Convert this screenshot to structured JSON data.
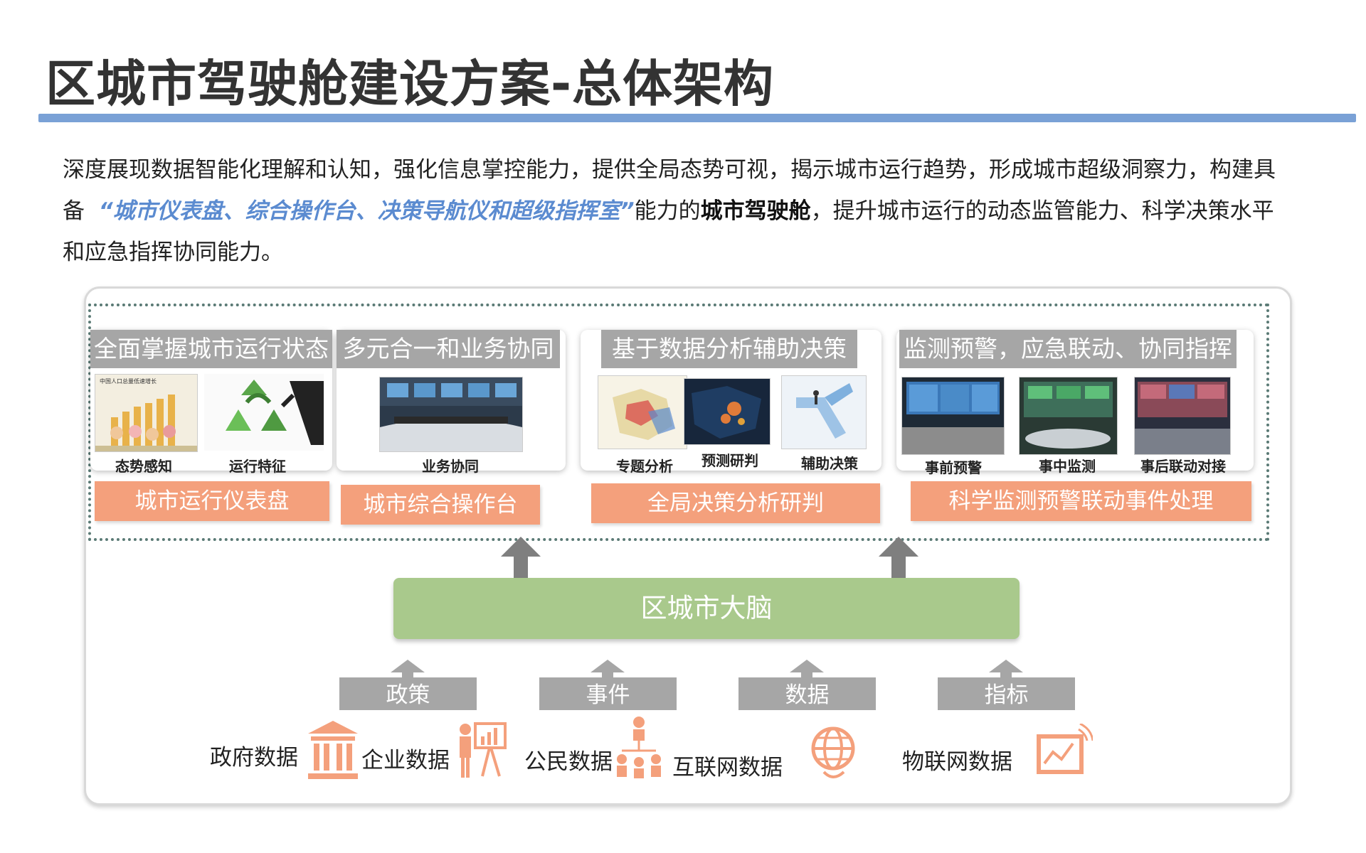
{
  "title": "区城市驾驶舱建设方案-总体架构",
  "intro": {
    "line1": "深度展现数据智能化理解和认知，强化信息掌控能力，提供全局态势可视，揭示城市运行趋势，形成城市超级洞察力，构建具",
    "line2_prefix": "备",
    "line2_highlight": "“城市仪表盘、综合操作台、决策导航仪和超级指挥室”",
    "line2_mid": "能力的",
    "line2_strong": "城市驾驶舱",
    "line2_suffix": "，提升城市运行的动态监管能力、科学决策水平",
    "line3": "和应急指挥协同能力。"
  },
  "panels": [
    {
      "title": "全面掌握城市运行状态",
      "captions": [
        "态势感知",
        "运行特征"
      ],
      "tag": "城市运行仪表盘",
      "thumb_text": "中国人口总量低速增长"
    },
    {
      "title": "多元合一和业务协同",
      "captions": [
        "业务协同"
      ],
      "tag": "城市综合操作台"
    },
    {
      "title": "基于数据分析辅助决策",
      "captions": [
        "专题分析",
        "预测研判",
        "辅助决策"
      ],
      "tag": "全局决策分析研判"
    },
    {
      "title": "监测预警，应急联动、协同指挥",
      "captions": [
        "事前预警",
        "事中监测",
        "事后联动对接"
      ],
      "tag": "科学监测预警联动事件处理"
    }
  ],
  "brain": "区城市大脑",
  "inputs": [
    "政策",
    "事件",
    "数据",
    "指标"
  ],
  "sources": [
    "政府数据",
    "企业数据",
    "公民数据",
    "互联网数据",
    "物联网数据"
  ],
  "colors": {
    "rule": "#7aa1d6",
    "highlight": "#5b8bd0",
    "orange": "#f4a07c",
    "green": "#a9c98c",
    "gray": "#a6a6a6"
  },
  "icons": [
    "building-icon",
    "presenter-icon",
    "org-chart-icon",
    "globe-icon",
    "iot-screen-icon"
  ]
}
